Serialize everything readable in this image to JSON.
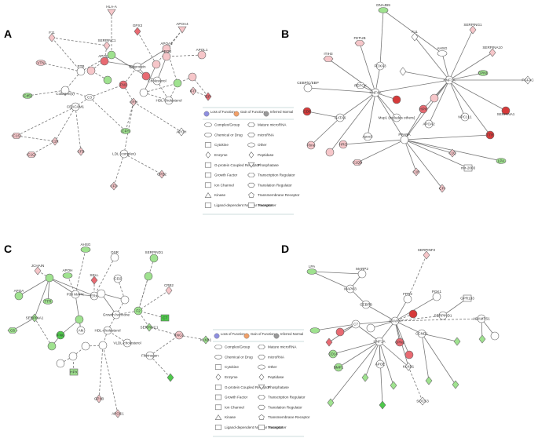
{
  "panels": [
    {
      "letter": "A"
    },
    {
      "letter": "B"
    },
    {
      "letter": "C"
    },
    {
      "letter": "D"
    }
  ],
  "colors": {
    "red": "#e86a72",
    "pink": "#f6c6c9",
    "green": "#9fe28f",
    "darkred": "#d63a3a",
    "darkgreen": "#4fc94c",
    "white": "#ffffff",
    "edge": "#777777",
    "lossFill": "#8f8fe0",
    "gainFill": "#f1a069",
    "inferredFill": "#999999"
  },
  "legend_a": {
    "loss": "Loss of Function",
    "gain": "Gain of Function",
    "inferred": "Inferred Normal",
    "left": [
      "Complex/Group",
      "Chemical or Drug",
      "Cytokine",
      "Enzyme",
      "G-protein Coupled Receptor",
      "Growth Factor",
      "Ion Channel",
      "Kinase",
      "Ligand-dependent Nuclear Receptor"
    ],
    "right": [
      "Mature microRNA",
      "microRNA",
      "Other",
      "Peptidase",
      "Phosphatase",
      "Transcription Regulator",
      "Translation Regulator",
      "Transmembrane Receptor",
      "Transporter"
    ]
  },
  "legend_c": {
    "loss": "Loss of Function",
    "gain": "Gain of Function",
    "inferred": "Inferred Normal",
    "left": [
      "Complex/Group",
      "Chemical or Drug",
      "Cytokine",
      "Enzyme",
      "G-protein Coupled Receptor",
      "Growth Factor",
      "Ion Channel",
      "Kinase",
      "Ligand-dependent Nuclear Receptor"
    ],
    "right": [
      "Mature microRNA",
      "microRNA",
      "Other",
      "Peptidase",
      "Phosphatase",
      "Transcription Regulator",
      "Translation Regulator",
      "Transmembrane Receptor",
      "Transporter"
    ]
  },
  "nodes": {
    "a_hla": "HLA-A",
    "a_f11": "F11",
    "a_serpinc1": "SERPINC1",
    "a_vtn": "VTN",
    "a_gpx3": "GPX3",
    "a_apoa4": "APOA4",
    "a_apoc3": "APOC3",
    "a_apoa1": "APOA1",
    "a_apob": "APOB",
    "a_apol1": "APOL1",
    "a_ptb": "PTB",
    "a_lipoprotein": "lipoprotein",
    "a_cholesterol": "Cholesterol",
    "a_hdl": "HDL-cholesterol",
    "a_cd5l": "Cd5l",
    "a_collagen": "Collagen(s)",
    "a_c3": "C3",
    "a_fn1": "FN1",
    "a_crh": "CRH",
    "a_cea": "CEACAM1",
    "a_c1s": "C1S",
    "a_c1r": "C1R",
    "a_c1q": "C1Q",
    "a_cfb": "CFB",
    "a_cfh": "CFH",
    "a_apoh": "APOH",
    "a_ldl": "LDL (complex)",
    "a_cpb2": "CPB2",
    "a_cfd": "CFD",
    "a_ifit": "IFIT",
    "a_cp": "CP",
    "b_dnaib": "DNAJB9",
    "b_f11": "F11",
    "b_serping1": "SERPING1",
    "b_fetub": "FETUB",
    "b_serpina10": "SERPINA10",
    "b_ithi3": "ITIH3",
    "b_foxa3": "FOXA3",
    "b_ahsg": "AHSG",
    "b_cpn1": "CPN1",
    "b_pepck": "PEPCK",
    "b_hnf1a": "HNF1A",
    "b_hnf4a": "HNF4A",
    "b_cebp": "CEBP/C/EBP",
    "b_gata6": "GATA6",
    "b_cd8": "CD8",
    "b_mup": "Mup1 (includes others)",
    "b_apoa2": "APOA2",
    "b_npc1l1": "NPC1L1",
    "b_fgfac": "FGFAC",
    "b_serpinai": "SERPINA1",
    "b_ppara": "PPARA",
    "b_apoc": "Apoc3",
    "b_hrg": "HRG",
    "b_fbne": "Fbne",
    "b_c1qb": "C1QB",
    "b_c1q": "C1Q",
    "b_c1r": "C1R",
    "b_mir": "mir-2003",
    "b_lpa": "LPA",
    "b_cfi": "CFI",
    "b_hpx": "HPX",
    "b_ttr": "TTR",
    "c_ahsg": "AHSG",
    "c_osr": "OSR",
    "c_serpind1": "SERPIND1",
    "c_jchain": "JCHAIN",
    "c_apoh": "APOH",
    "c_sell": "SELL",
    "c_cd2": "CD2",
    "c_cpb2": "CPB2",
    "c_apoa": "APOA",
    "c_f2": "F2",
    "c_erk": "ERK",
    "c_p38": "P38 MAPK",
    "c_ttr": "TTR",
    "c_c7": "C7",
    "c_serpina1": "SERPINA1",
    "c_growth": "Growth hormone",
    "c_serpinc1": "SERPINC1",
    "c_kng1": "KNG1",
    "c_klkb1": "KLKB1",
    "c_c6": "C6",
    "c_ifng": "IFNG",
    "c_akt": "Akt",
    "c_hdl": "HDL-cholesterol",
    "c_vldl": "VLDL-cholesterol",
    "c_fibrinogen": "Fibrinogen",
    "c_hpx": "HPX",
    "c_gpx3": "GPX3",
    "c_apoc1": "APOC1",
    "d_lpa": "LPA",
    "d_serpinf2": "SERPINF2",
    "d_marp": "MARP2",
    "d_mapk": "MAPK3",
    "d_fpr2": "FPR2",
    "d_pgk1": "PGK1",
    "d_gpr": "GPR133",
    "d_cebp": "CEBPB",
    "d_serpind1": "SERPIND1",
    "d_ppara": "PPARA",
    "d_c7": "C7",
    "d_ccnd1": "CCND1",
    "d_adamts": "ADAMTS1",
    "d_hnf1a": "HNF1A",
    "d_klkb1": "KLKB1",
    "d_socs3": "SOCS3",
    "d_cd14": "CD14",
    "d_bmp1": "BMP1",
    "d_cpn2": "CPN2",
    "d_apoe": "APOE"
  }
}
